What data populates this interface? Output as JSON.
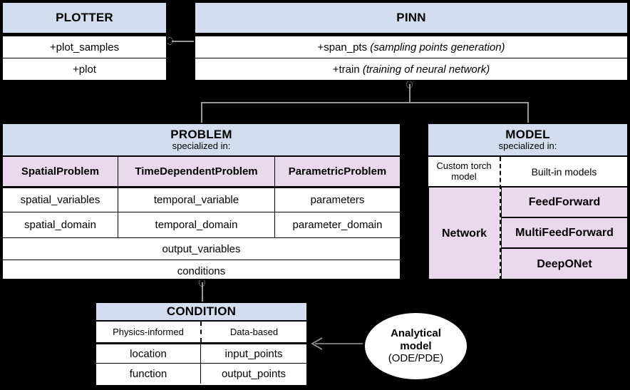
{
  "colors": {
    "header_blue": "#d2deef",
    "subclass_pink": "#ead9ec",
    "border_black": "#000000",
    "background": "#000000",
    "connector_gray": "#999999"
  },
  "classes": {
    "plotter": {
      "title": "PLOTTER",
      "methods": [
        "+plot_samples",
        "+plot"
      ]
    },
    "pinn": {
      "title": "PINN",
      "methods": [
        {
          "name": "+span_pts",
          "note": "(sampling points generation)"
        },
        {
          "name": "+train",
          "note": "(training of neural network)"
        }
      ]
    },
    "problem": {
      "title": "PROBLEM",
      "subtitle": "specialized in:",
      "specializations": [
        "SpatialProblem",
        "TimeDependentProblem",
        "ParametricProblem"
      ],
      "attribute_rows": [
        [
          "spatial_variables",
          "temporal_variable",
          "parameters"
        ],
        [
          "spatial_domain",
          "temporal_domain",
          "parameter_domain"
        ]
      ],
      "shared_attributes": [
        "output_variables",
        "conditions"
      ]
    },
    "model": {
      "title": "MODEL",
      "subtitle": "specialized in:",
      "col_left_header": "Custom torch model",
      "col_right_header": "Built-in models",
      "col_left_value": "Network",
      "builtin_models": [
        "FeedForward",
        "MultiFeedForward",
        "DeepONet"
      ]
    },
    "condition": {
      "title": "CONDITION",
      "col_left_header": "Physics-informed",
      "col_right_header": "Data-based",
      "rows": [
        [
          "location",
          "input_points"
        ],
        [
          "function",
          "output_points"
        ]
      ]
    }
  },
  "analytical_model": {
    "line1": "Analytical",
    "line2": "model",
    "line3": "(ODE/PDE)"
  }
}
